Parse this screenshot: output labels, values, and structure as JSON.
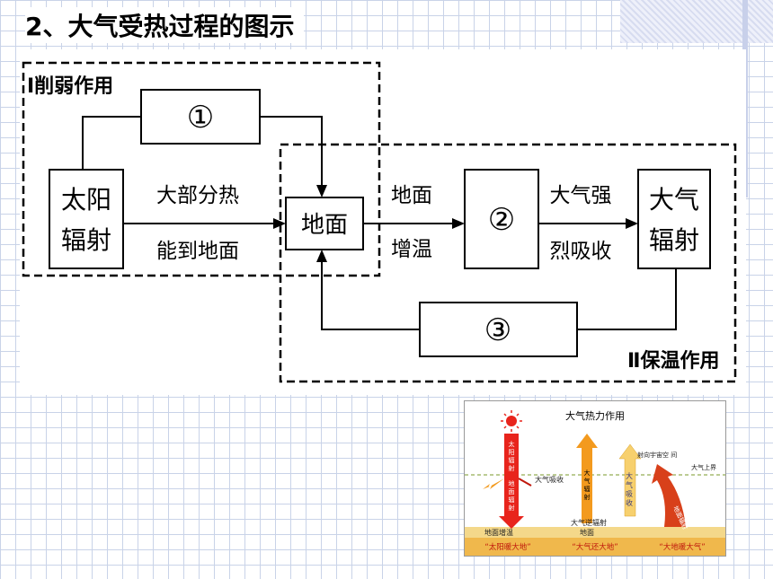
{
  "title": {
    "number": "2",
    "text": "、大气受热过程的图示"
  },
  "main_diagram": {
    "section1_label": "Ⅰ削弱作用",
    "section2_label": "Ⅱ保温作用",
    "box1": "①",
    "box2": "②",
    "box3": "③",
    "sun_radiation": [
      "太阳",
      "辐射"
    ],
    "most_heat": [
      "大部分热",
      "能到地面"
    ],
    "ground": "地面",
    "ground_warm": [
      "地面",
      "增温"
    ],
    "atm_absorb": [
      "大气强",
      "烈吸收"
    ],
    "atm_radiation": [
      "大气",
      "辐射"
    ]
  },
  "inset": {
    "title": "大气热力作用",
    "solar_radiation": [
      "太",
      "阳",
      "辐",
      "射"
    ],
    "ground_radiation_left": [
      "地",
      "面",
      "辐",
      "射"
    ],
    "atm_absorb_left": "大气吸收",
    "atm_counter_radiation_vertical": [
      "大",
      "气",
      "辐",
      "射"
    ],
    "to_space": "射向宇宙空 间",
    "atm_upper": "大气上界",
    "atm_absorb_right": [
      "大",
      "气",
      "吸",
      "收"
    ],
    "ground_radiation_right": "地面辐射",
    "ground_warming": "地面增温",
    "atm_counter_radiation": "大气逆辐射",
    "ground_label": "地面",
    "bottom_labels": [
      "“太阳暖大地”",
      "“大气还大地”",
      "“大地暖大气”"
    ],
    "colors": {
      "sun": "#e8241c",
      "orange": "#f39a1e",
      "ground": "#f0c96a",
      "dark_red": "#c0180c"
    }
  }
}
